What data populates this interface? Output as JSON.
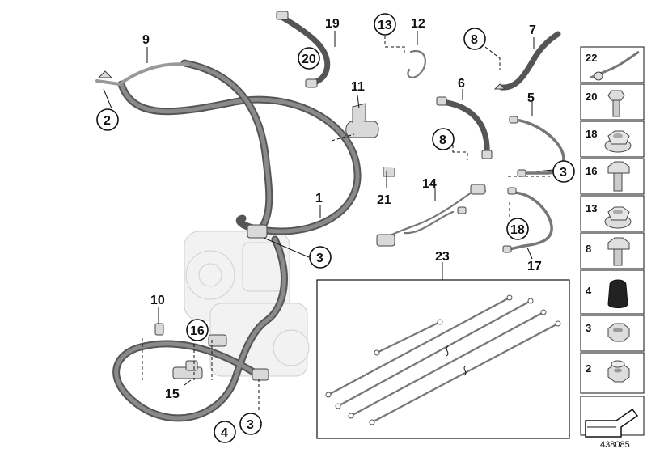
{
  "diagram_id": "438085",
  "callouts": {
    "c1": "1",
    "c2": "2",
    "c3a": "3",
    "c3b": "3",
    "c3c": "3",
    "c4": "4",
    "c5": "5",
    "c6": "6",
    "c7": "7",
    "c8a": "8",
    "c8b": "8",
    "c9": "9",
    "c10": "10",
    "c11": "11",
    "c12": "12",
    "c13": "13",
    "c14": "14",
    "c15": "15",
    "c16": "16",
    "c17": "17",
    "c18": "18",
    "c19": "19",
    "c20": "20",
    "c21": "21",
    "c23": "23"
  },
  "legend": [
    {
      "label": "22",
      "icon": "ground-cable-icon"
    },
    {
      "label": "20",
      "icon": "flange-bolt-icon"
    },
    {
      "label": "18",
      "icon": "flange-nut-icon"
    },
    {
      "label": "16",
      "icon": "hex-bolt-icon"
    },
    {
      "label": "13",
      "icon": "flange-nut-icon"
    },
    {
      "label": "8",
      "icon": "hex-bolt-icon"
    },
    {
      "label": "4",
      "icon": "protective-cap-icon"
    },
    {
      "label": "3",
      "icon": "hex-nut-icon"
    },
    {
      "label": "2",
      "icon": "self-locking-nut-icon"
    }
  ]
}
